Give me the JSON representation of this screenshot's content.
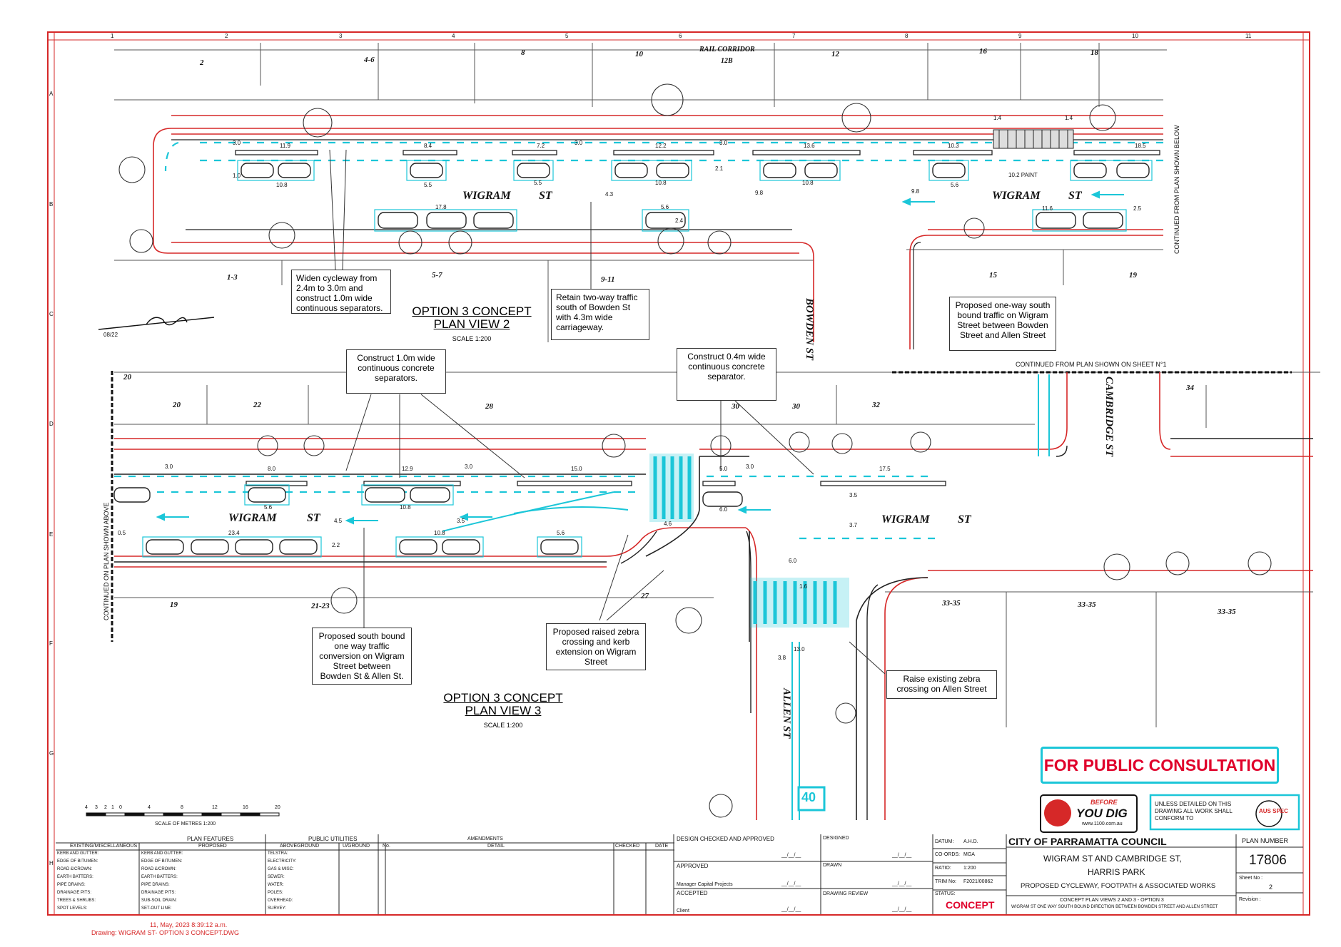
{
  "colors": {
    "kerb_red": "#d62828",
    "proposed_cyan": "#1bc6d8",
    "linework": "#222222",
    "consult_red": "#e0002a"
  },
  "grid_top": [
    "1",
    "2",
    "3",
    "4",
    "5",
    "6",
    "7",
    "8",
    "9",
    "10",
    "11"
  ],
  "grid_side": [
    "A",
    "B",
    "C",
    "D",
    "E",
    "F",
    "G",
    "H"
  ],
  "lots_top": [
    "2",
    "4-6",
    "8",
    "10",
    "RAIL CORRIDOR",
    "12B",
    "12",
    "16",
    "18"
  ],
  "lots_mid_top": [
    "1-3",
    "5-7",
    "9-11",
    "15",
    "19"
  ],
  "lots_lower": [
    "20",
    "20",
    "22",
    "28",
    "30",
    "30",
    "32",
    "34",
    "19",
    "21-23",
    "27",
    "33-35",
    "33-35",
    "33-35"
  ],
  "streets": {
    "wigram": "WIGRAM",
    "st": "ST",
    "bowden": "BOWDEN ST",
    "cambridge": "CAMBRIDGE ST",
    "allen": "ALLEN ST"
  },
  "dims_upper": [
    "11.9",
    "8.4",
    "7.2",
    "12.2",
    "13.6",
    "10.3",
    "1.4",
    "1.4",
    "18.5",
    "10.8",
    "5.5",
    "5.5",
    "10.8",
    "10.8",
    "5.6",
    "10.2 PAINT",
    "17.8",
    "5.6",
    "11.6",
    "2.5",
    "3.0",
    "3.0",
    "3.0",
    "1.0",
    "2.1",
    "4.3",
    "9.8",
    "9.8",
    "2.4"
  ],
  "dims_lower": [
    "8.0",
    "12.9",
    "15.0",
    "5.0",
    "17.5",
    "5.6",
    "10.8",
    "6.0",
    "0.5",
    "23.4",
    "10.8",
    "5.6",
    "4.6",
    "13.0",
    "3.8",
    "2.2",
    "4.5",
    "3.5",
    "3.5",
    "3.7",
    "6.0",
    "1.6",
    "3.0",
    "3.0",
    "3.0"
  ],
  "notes": {
    "widen": "Widen cycleway from 2.4m to 3.0m and construct 1.0m wide continuous separators.",
    "retain": "Retain two-way traffic south of Bowden St with 4.3m wide carriageway.",
    "oneway_upper": "Proposed one-way south bound traffic on Wigram Street between Bowden Street and Allen Street",
    "construct_1m": "Construct 1.0m wide continuous concrete separators.",
    "construct_04": "Construct 0.4m wide continuous concrete separator.",
    "oneway_lower": "Proposed south bound one way traffic conversion on Wigram Street between Bowden St & Allen St.",
    "raised_zebra": "Proposed raised zebra crossing and kerb extension on Wigram Street",
    "raise_existing": "Raise existing zebra crossing on Allen Street"
  },
  "continued": {
    "below": "CONTINUED FROM PLAN SHOWN BELOW",
    "above": "CONTINUED ON PLAN SHOWN ABOVE",
    "sheet1": "CONTINUED FROM PLAN SHOWN ON SHEET N°1"
  },
  "plan_view_2": {
    "title1": "OPTION 3 CONCEPT",
    "title2": "PLAN VIEW 2",
    "scale": "SCALE 1:200"
  },
  "plan_view_3": {
    "title1": "OPTION 3 CONCEPT",
    "title2": "PLAN VIEW 3",
    "scale": "SCALE 1:200"
  },
  "north_label": "08/22",
  "speed_sign": "40",
  "consultation": "FOR PUBLIC CONSULTATION",
  "scale_bar": {
    "ticks": [
      "4",
      "3",
      "2",
      "1",
      "0",
      "4",
      "8",
      "12",
      "16",
      "20"
    ],
    "label": "SCALE OF METRES 1:200"
  },
  "dyd": {
    "before": "BEFORE",
    "you_dig": "YOU DIG",
    "url": "www.1100.com.au"
  },
  "ausspec_note": "UNLESS DETAILED ON THIS DRAWING ALL WORK SHALL CONFORM TO",
  "ausspec": "AUS SPEC",
  "legend": {
    "plan_features": "PLAN FEATURES",
    "existing": "EXISTING/MISCELLANEOUS",
    "proposed": "PROPOSED",
    "public_utilities": "PUBLIC UTILITIES",
    "aboveground": "ABOVEGROUND",
    "uground": "U/GROUND",
    "existing_rows": [
      "KERB AND GUTTER:",
      "EDGE OF BITUMEN:",
      "ROAD £/CROWN:",
      "EARTH BATTERS:",
      "PIPE DRAINS:",
      "DRAINAGE PITS:",
      "TREES & SHRUBS:",
      "SPOT LEVELS:"
    ],
    "proposed_rows": [
      "KERB AND GUTTER:",
      "EDGE OF BITUMEN:",
      "ROAD £/CROWN:",
      "EARTH BATTERS:",
      "PIPE DRAINS:",
      "DRAINAGE PITS:",
      "SUB-SOIL DRAIN:",
      "SET-OUT LINE:"
    ],
    "utility_rows": [
      "TELSTRA:",
      "ELECTRICITY:",
      "GAS & MISC:",
      "SEWER:",
      "WATER:",
      "POLES:",
      "OVERHEAD:",
      "SURVEY:"
    ]
  },
  "amendments": {
    "title": "AMENDMENTS",
    "no": "No.",
    "detail": "DETAIL",
    "checked": "CHECKED",
    "date": "DATE"
  },
  "signoff": {
    "design_checked": "DESIGN CHECKED AND APPROVED",
    "designed": "DESIGNED",
    "approved": "APPROVED",
    "drawn": "DRAWN",
    "manager": "Manager Capital Projects",
    "accepted": "ACCEPTED",
    "drawing_review": "DRAWING REVIEW",
    "client": "Client",
    "blank_date": "__/__/__"
  },
  "meta": {
    "datum_k": "DATUM:",
    "datum_v": "A.H.D.",
    "coords_k": "CO-ORDS:",
    "coords_v": "MGA",
    "ratio_k": "RATIO:",
    "ratio_v": "1:200",
    "trim_k": "TRIM No:",
    "trim_v": "F2021/00862",
    "status_k": "STATUS:",
    "status_v": "CONCEPT"
  },
  "council": "CITY OF PARRAMATTA COUNCIL",
  "project": {
    "line1": "WIGRAM ST AND CAMBRIDGE ST,",
    "line2": "HARRIS PARK",
    "line3": "PROPOSED CYCLEWAY, FOOTPATH & ASSOCIATED WORKS",
    "line4": "CONCEPT PLAN VIEWS 2 AND 3 - OPTION 3",
    "line5": "WIGRAM ST ONE WAY SOUTH BOUND DIRECTION BETWEEN BOWDEN STREET AND ALLEN STREET"
  },
  "plan_number": {
    "label": "PLAN NUMBER",
    "value": "17806",
    "sheet_label": "Sheet No :",
    "sheet_value": "2",
    "revision_label": "Revision :"
  },
  "footer": {
    "date": "11, May, 2023 8:39:12 a.m.",
    "drawing": "Drawing: WIGRAM ST- OPTION 3 CONCEPT.DWG"
  }
}
